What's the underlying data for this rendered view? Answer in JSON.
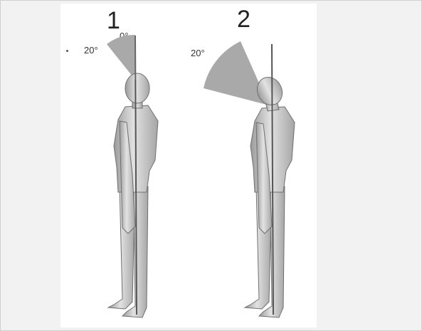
{
  "figure": {
    "panel_1": {
      "number": "1",
      "angle_label": "20°",
      "zero_label": "0°"
    },
    "panel_2": {
      "number": "2",
      "angle_label": "20°"
    }
  },
  "colors": {
    "sector": "#a9a9a9",
    "figure_fill": "#cfcfcf",
    "figure_stroke": "#6f6f6f",
    "pole": "#555555"
  }
}
